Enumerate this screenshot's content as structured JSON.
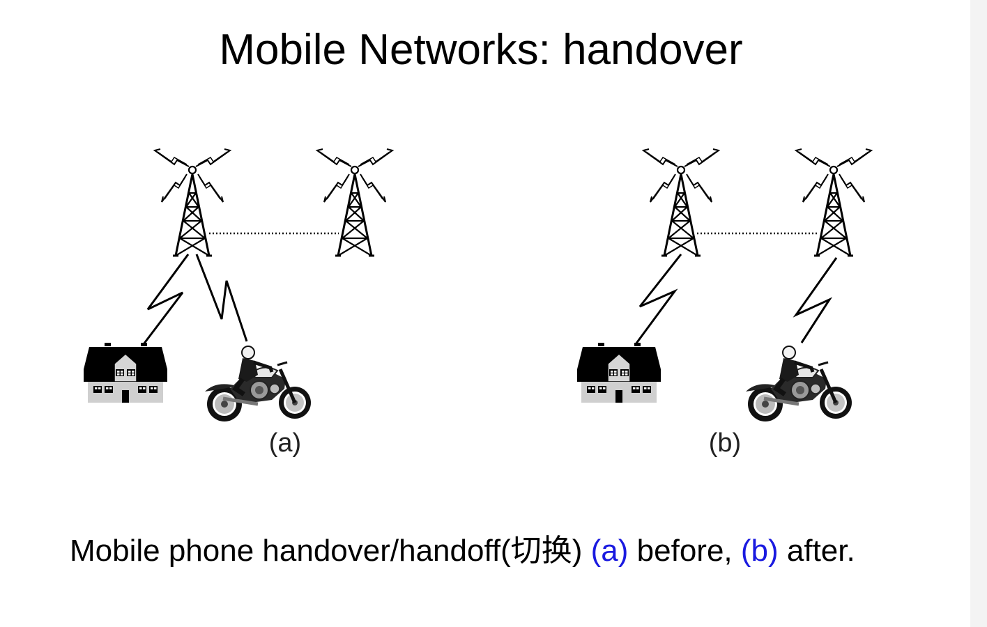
{
  "title": "Mobile Networks: handover",
  "panels": {
    "a_label": "(a)",
    "b_label": "(b)"
  },
  "caption": {
    "lead": "Mobile phone handover/handoff(切换) ",
    "a_ref": "(a)",
    "mid": " before, ",
    "b_ref": "(b)",
    "tail": " after."
  },
  "colors": {
    "highlight": "#1a1ae0",
    "ink": "#000000"
  },
  "icons": [
    "cell-tower-icon",
    "house-icon",
    "motorcycle-icon",
    "radio-link-icon"
  ]
}
